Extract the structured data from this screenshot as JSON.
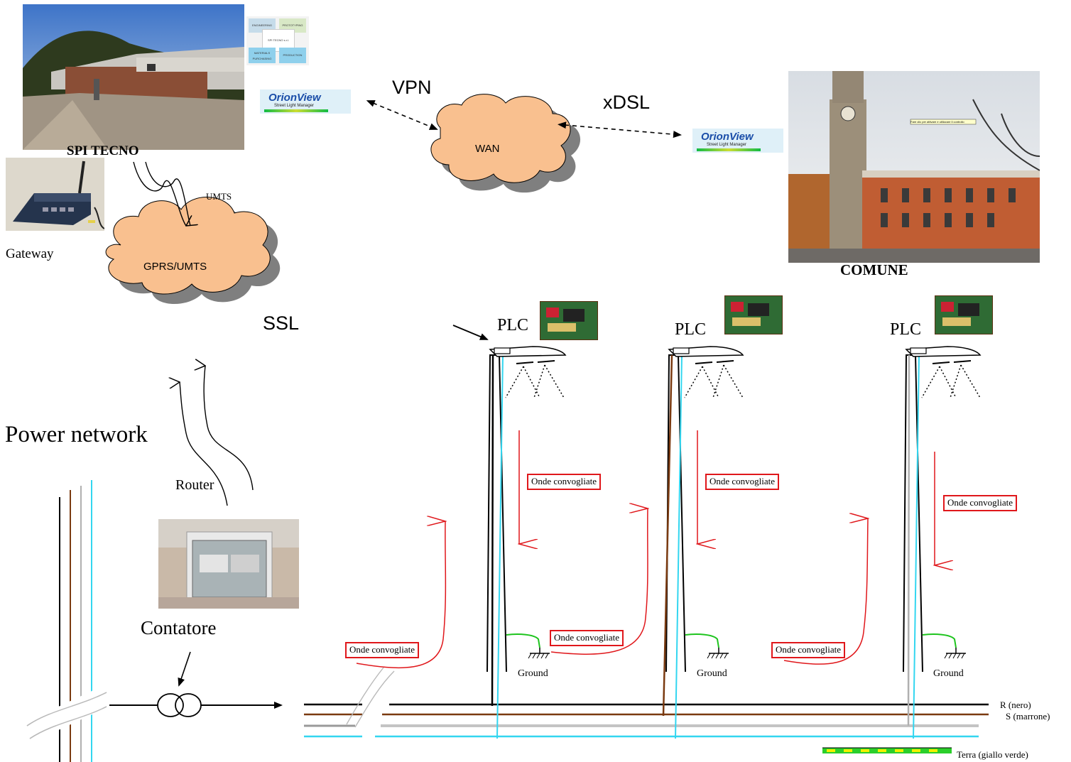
{
  "labels": {
    "spi_tecno": "SPI TECNO",
    "gateway": "Gateway",
    "umts": "UMTS",
    "gprs_umts": "GPRS/UMTS",
    "ssl": "SSL",
    "vpn": "VPN",
    "xdsl": "xDSL",
    "wan": "WAN",
    "comune": "COMUNE",
    "power_network": "Power network",
    "router": "Router",
    "contatore": "Contatore",
    "plc": "PLC",
    "ground": "Ground",
    "onde_convogliate": "Onde convogliate"
  },
  "logo": {
    "title": "OrionView",
    "subtitle": "Street Light Manager"
  },
  "company_tiles": [
    "ENGINEERING",
    "PROTOTYPING",
    "SPI TECNO s.r.l.",
    "MATERIALS PURCHASING",
    "PRODUCTION"
  ],
  "photo_caption": "Fare clic per attivare e utilizzare il controllo",
  "wires": {
    "r": "R (nero)",
    "s": "S (marrone)",
    "terra": "Terra  (giallo verde)"
  },
  "colors": {
    "cloud": "#f9c08f",
    "cloud_shadow": "#7f7f7f",
    "wire_black": "#000000",
    "wire_brown": "#7a3a10",
    "wire_grey": "#b0b0b0",
    "wire_cyan": "#33d6f0",
    "wave_red": "#e0171b",
    "ground_green": "#1ec41e"
  }
}
